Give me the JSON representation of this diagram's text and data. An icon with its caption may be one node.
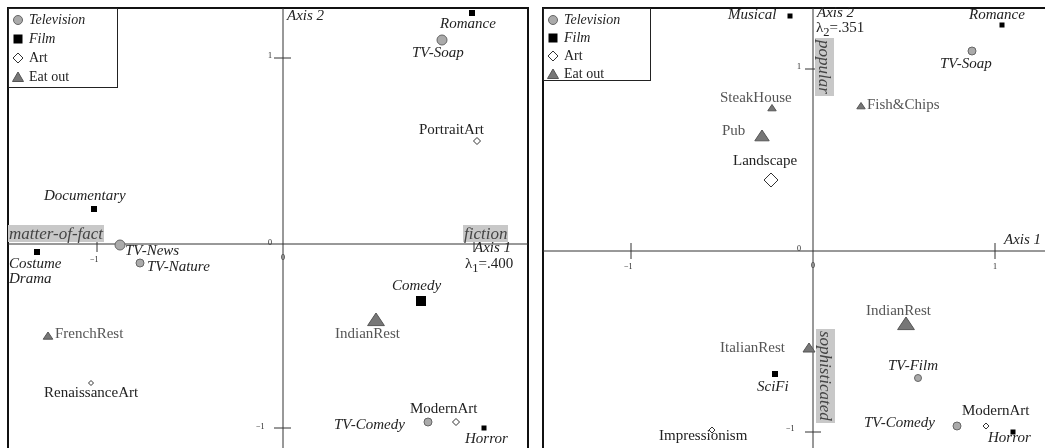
{
  "diagram": {
    "labels": [
      "Axis 2",
      "Romance",
      "1",
      "TV-Soap",
      "PortraitArt",
      "Documentary",
      "matter-of-fact",
      "0",
      "fiction",
      "TV-News",
      "−1",
      "0",
      "Axis 1",
      "Costume Drama",
      "TV-Nature",
      "λ$_{1}$=.400",
      "Comedy",
      "FrenchRest",
      "IndianRest",
      "RenaissanceArt",
      "ModernArt",
      "TV-Comedy",
      "−1",
      "Horror",
      "Musical",
      "Axis 2",
      "Romance",
      "λ$_{2}$=.351",
      "1",
      "popular",
      "TV-Soap",
      "SteakHouse",
      "Fish&Chips",
      "Pub",
      "Landscape",
      "0",
      "Axis 1",
      "−1",
      "0",
      "1",
      "IndianRest",
      "ItalianRest",
      "TV-Film",
      "SciFi",
      "sophisticated",
      "ModernArt",
      "TV-Comedy",
      "−1",
      "Impressionism",
      "Horror"
    ],
    "legend": [
      {
        "text": "Television"
      },
      {
        "text": "Film"
      },
      {
        "text": "Art"
      },
      {
        "text": "Eat out"
      },
      {
        "text": "Television"
      },
      {
        "text": "Film"
      },
      {
        "text": "Art"
      },
      {
        "text": "Eat out"
      }
    ]
  }
}
